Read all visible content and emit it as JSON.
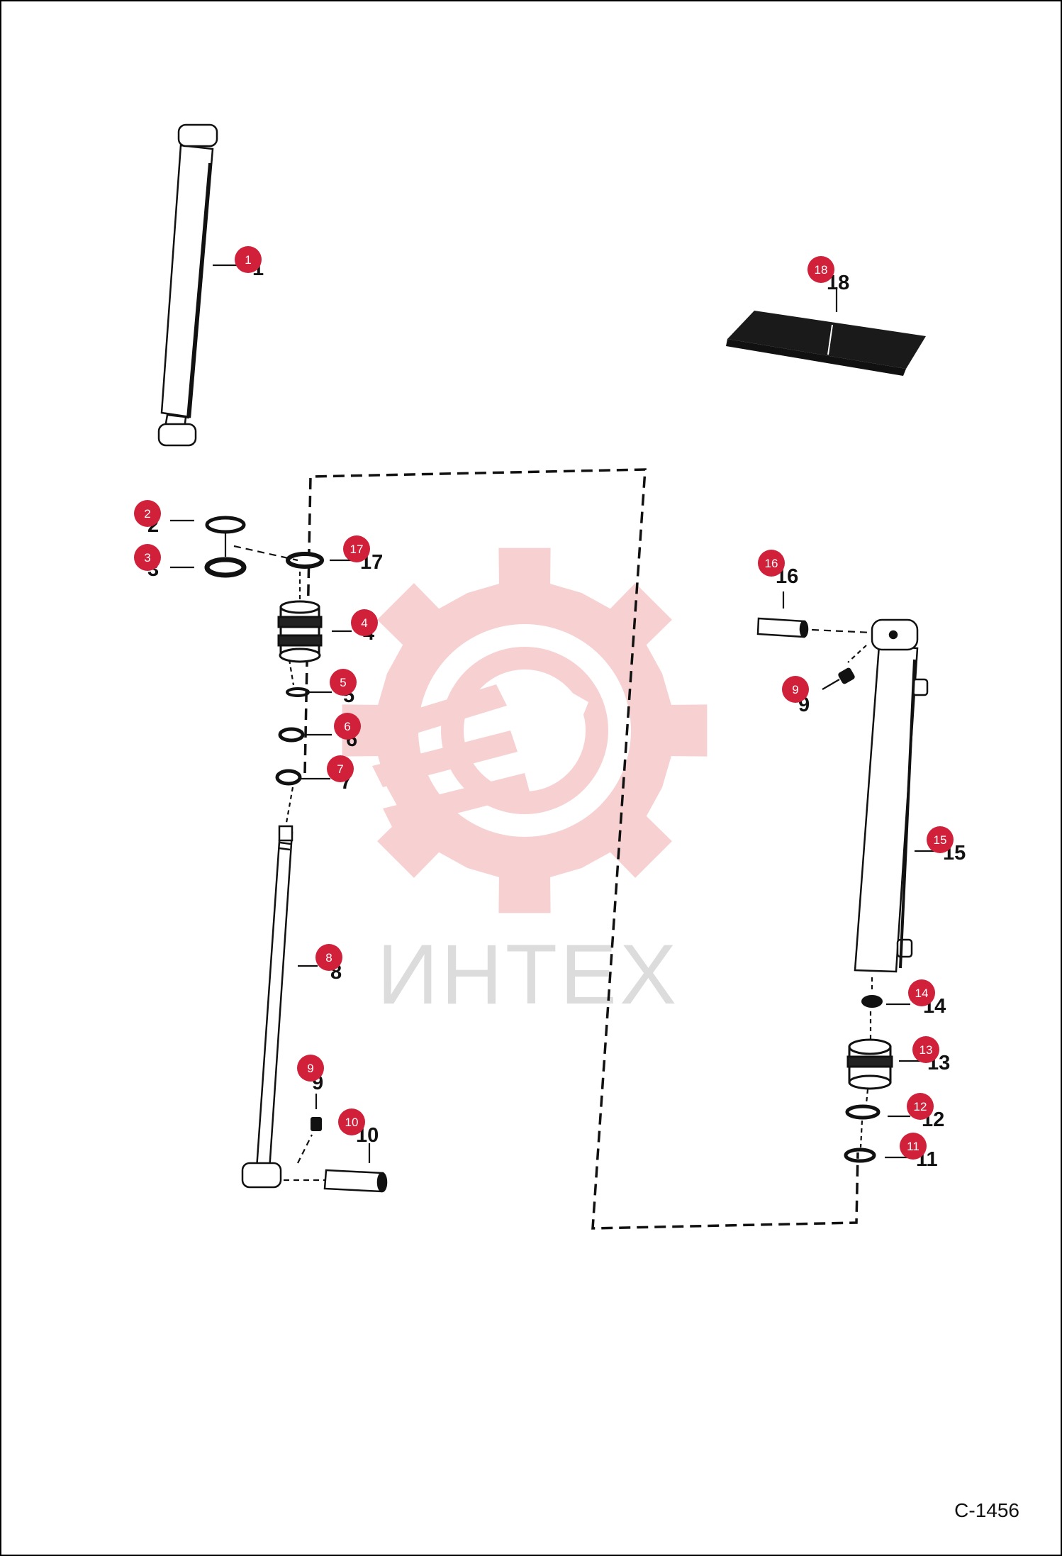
{
  "drawing_code": "C-1456",
  "watermark": {
    "text": "ИНТЕХ",
    "color": "#f6c9c9",
    "text_color": "#dcdcdc"
  },
  "badge_color": "#d0203a",
  "callouts": [
    {
      "id": "1",
      "num": "1"
    },
    {
      "id": "2",
      "num": "2"
    },
    {
      "id": "3",
      "num": "3"
    },
    {
      "id": "4",
      "num": "4"
    },
    {
      "id": "5",
      "num": "5"
    },
    {
      "id": "6",
      "num": "6"
    },
    {
      "id": "7",
      "num": "7"
    },
    {
      "id": "8",
      "num": "8"
    },
    {
      "id": "9a",
      "num": "9"
    },
    {
      "id": "10",
      "num": "10"
    },
    {
      "id": "17",
      "num": "17"
    },
    {
      "id": "18",
      "num": "18"
    },
    {
      "id": "16",
      "num": "16"
    },
    {
      "id": "9b",
      "num": "9"
    },
    {
      "id": "15",
      "num": "15"
    },
    {
      "id": "14",
      "num": "14"
    },
    {
      "id": "13",
      "num": "13"
    },
    {
      "id": "12",
      "num": "12"
    },
    {
      "id": "11",
      "num": "11"
    }
  ]
}
